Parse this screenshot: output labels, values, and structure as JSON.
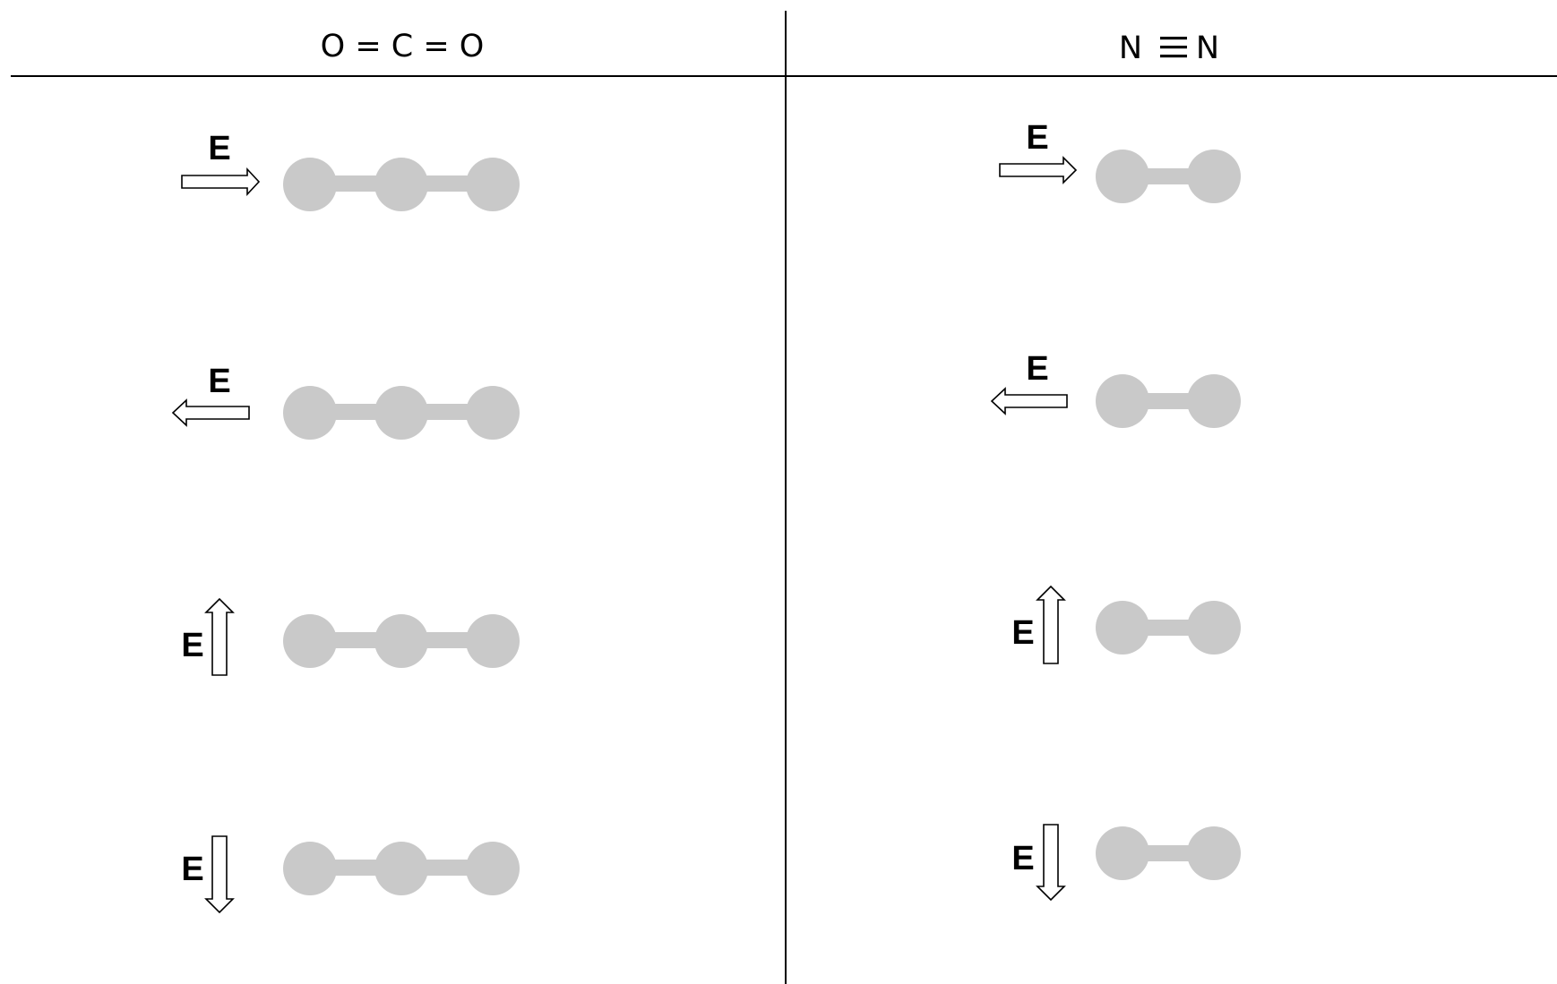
{
  "columns": [
    {
      "header": "O = C = O",
      "molecule": "triatomic",
      "rows": [
        {
          "label": "E",
          "direction": "right"
        },
        {
          "label": "E",
          "direction": "left"
        },
        {
          "label": "E",
          "direction": "up"
        },
        {
          "label": "E",
          "direction": "down"
        }
      ]
    },
    {
      "header_left": "N",
      "header_bond_icon": "triple-bond-icon",
      "header_right": "N",
      "molecule": "diatomic",
      "rows": [
        {
          "label": "E",
          "direction": "right"
        },
        {
          "label": "E",
          "direction": "left"
        },
        {
          "label": "E",
          "direction": "up"
        },
        {
          "label": "E",
          "direction": "down"
        }
      ]
    }
  ],
  "colors": {
    "atom": "#c9c9c9",
    "line": "#000000",
    "background": "#ffffff"
  }
}
